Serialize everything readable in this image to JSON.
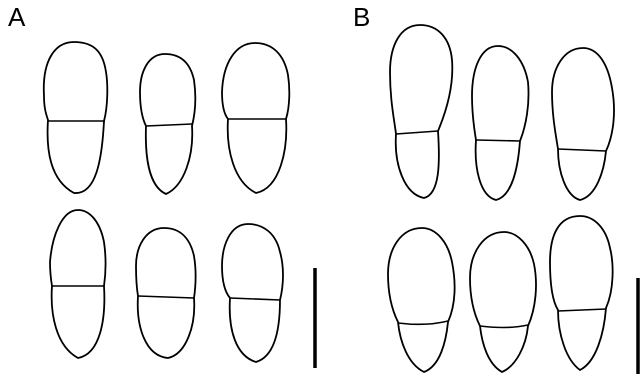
{
  "figure": {
    "panels": [
      {
        "label": "A",
        "spores": 6,
        "shape": "1-septate, near-median septum"
      },
      {
        "label": "B",
        "spores": 6,
        "shape": "1-septate, septum displaced toward base"
      }
    ],
    "scale_bar_label": "",
    "colors": {
      "stroke": "#000000",
      "background": "#ffffff"
    }
  }
}
